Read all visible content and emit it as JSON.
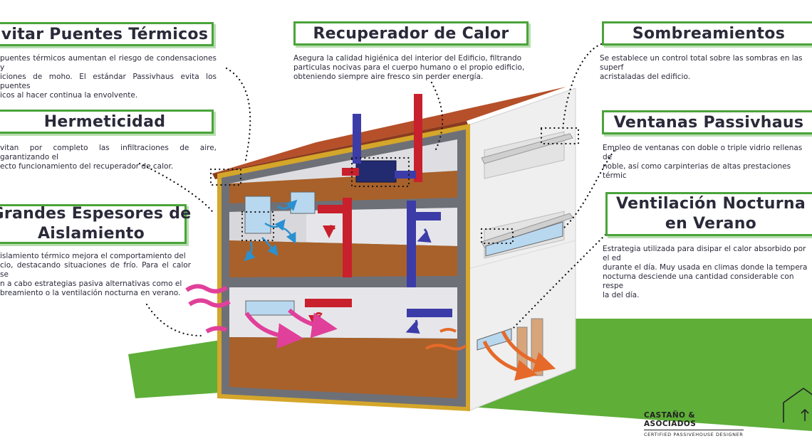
{
  "sections": {
    "puentes": {
      "title": "vitar Puentes Térmicos",
      "lines": [
        "puentes térmicos aumentan el riesgo de condensaciones y",
        "iciones de moho. El estándar Passivhaus evita los puentes",
        "icos al hacer continua la envolvente."
      ]
    },
    "recuperador": {
      "title": "Recuperador de Calor",
      "lines": [
        "Asegura la calidad higiénica del interior del Edificio, filtrando",
        "particulas nocivas para el cuerpo humano o el propio edificio,",
        "obteniendo siempre aire fresco sin perder energía."
      ]
    },
    "sombreamientos": {
      "title": "Sombreamientos",
      "lines": [
        "Se establece un control total sobre las sombras en las superf",
        "acristaladas del edificio."
      ]
    },
    "hermeticidad": {
      "title": "Hermeticidad",
      "lines": [
        "vitan por completo las infiltraciones de aire, garantizando el",
        "ecto funcionamiento del recuperador de calor."
      ]
    },
    "ventanas": {
      "title": "Ventanas Passivhaus",
      "lines": [
        "Empleo de ventanas con doble o triple vidrio rellenas de",
        "noble, así como carpinterias de altas prestaciones térmic"
      ]
    },
    "espesores": {
      "title_line1": "Grandes Espesores de",
      "title_line2": "Aislamiento",
      "lines": [
        "islamiento térmico mejora el comportamiento del",
        "cio, destacando situaciones de frío. Para el calor se",
        "n a cabo estrategias pasiva alternativas como el",
        "breamiento o la ventilación nocturna en verano."
      ]
    },
    "ventilacion": {
      "title_line1": "Ventilación Nocturna",
      "title_line2": "en Verano",
      "lines": [
        "Estrategia utilizada para disipar el calor absorbido por el ed",
        "durante el día. Muy usada en climas donde la tempera",
        "nocturna desciende una cantidad considerable con respe",
        "la del día."
      ]
    }
  },
  "brand": {
    "name": "CASTAÑO & ASOCIADOS",
    "tagline": "CERTIFIED PASSIVEHOUSE DESIGNER"
  },
  "colors": {
    "frame": "#4aa43a",
    "roof": "#b5502a",
    "grass": "#5eae38",
    "insulation": "#d4a62a",
    "wall": "#6e7078",
    "floor": "#a8612a",
    "extract": "#c8202c",
    "supply": "#3c3ca8",
    "airflow": "#e0409a",
    "night_air": "#e56a2a",
    "fresh_air": "#2a90d0"
  },
  "icons": [
    "house-logo-icon"
  ]
}
